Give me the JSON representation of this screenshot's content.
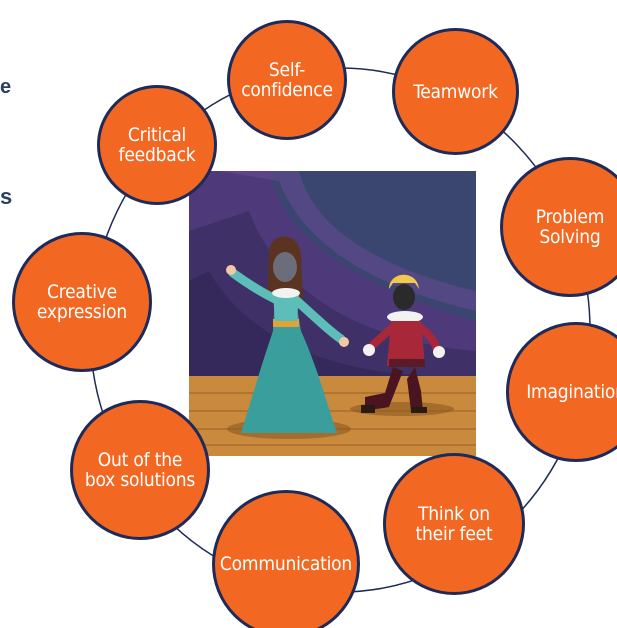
{
  "edge_text": {
    "line1": "e",
    "line2": "s"
  },
  "illustration": {
    "description_icon": "theatre-stage-performers"
  },
  "colors": {
    "node_fill": "#f26822",
    "node_border": "#1e2a58",
    "ring_line": "#1e2a58",
    "stage_back": "#3b4670",
    "curtain": "#4e3a7a",
    "floor": "#c98a3e"
  },
  "nodes": {
    "self_confidence": "Self-\nconfidence",
    "teamwork": "Teamwork",
    "critical_feedback": "Critical\nfeedback",
    "problem_solving": "Problem\nSolving",
    "creative_expression": "Creative\nexpression",
    "imagination": "Imagination",
    "out_of_the_box": "Out of the\nbox solutions",
    "think_on_their_feet": "Think on\ntheir feet",
    "communication": "Communication"
  }
}
